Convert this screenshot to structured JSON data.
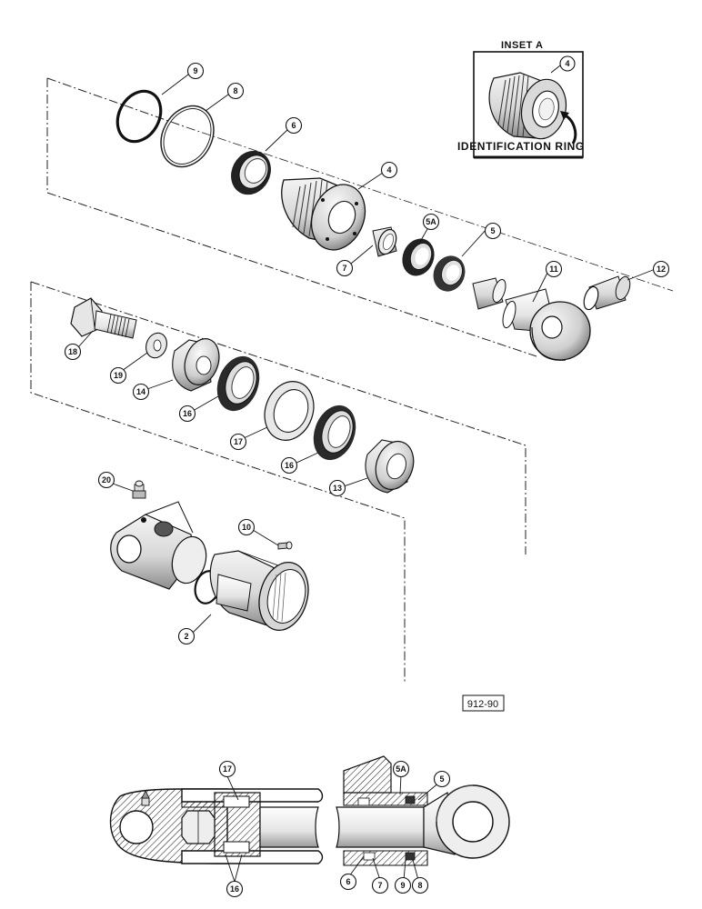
{
  "inset": {
    "title": "INSET A",
    "caption": "IDENTIFICATION RING",
    "callout": "4"
  },
  "figure_ref": "912-90",
  "callouts": {
    "c9": "9",
    "c8": "8",
    "c6": "6",
    "c4": "4",
    "c5a": "5A",
    "c5": "5",
    "c7": "7",
    "c11": "11",
    "c12": "12",
    "c18": "18",
    "c19": "19",
    "c14": "14",
    "c16a": "16",
    "c17": "17",
    "c16b": "16",
    "c13": "13",
    "c20": "20",
    "c10": "10",
    "c2": "2"
  },
  "section_callouts": {
    "s17": "17",
    "s5a": "5A",
    "s5": "5",
    "s6": "6",
    "s7": "7",
    "s9": "9",
    "s8": "8",
    "s16": "16"
  }
}
